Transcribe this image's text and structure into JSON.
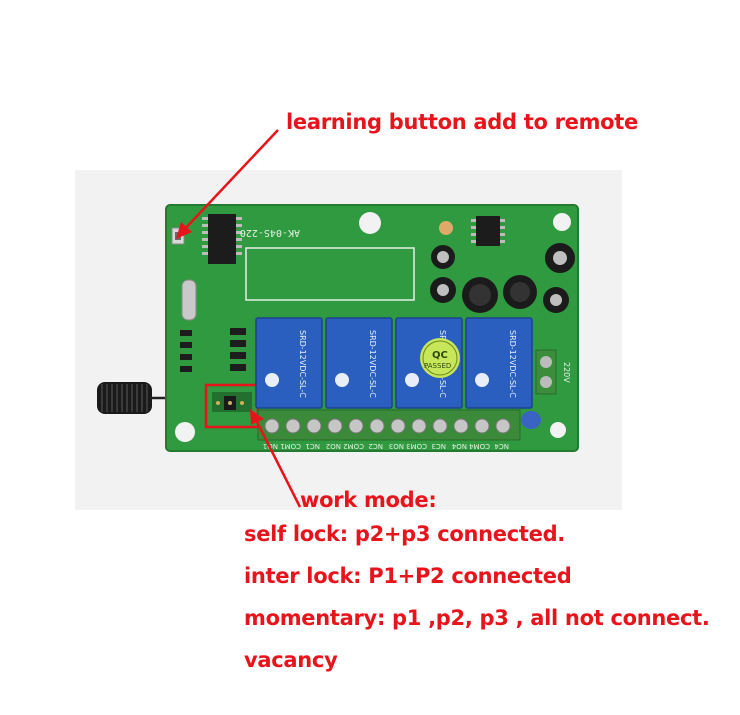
{
  "annotations": {
    "learning": "learning button add to remote",
    "work_mode_title": "work mode:",
    "self_lock": "self lock: p2+p3   connected.",
    "inter_lock": "inter lock: P1+P2   connected",
    "momentary": "momentary: p1  ,p2, p3 , all not connect.",
    "vacancy": "vacancy"
  },
  "board": {
    "model_label": "AK-04S-220",
    "relay_text": "SRD-12VDC-SL-C",
    "qc_badge": [
      "QC",
      "PASSED"
    ],
    "terminal_labels": [
      "NO1",
      "COM1",
      "NC1",
      "NO2",
      "COM2",
      "NC2",
      "NO3",
      "COM3",
      "NC3",
      "NO4",
      "COM4",
      "NC4"
    ],
    "power_label": "220V",
    "colors": {
      "pcb": "#2f9a3f",
      "relay": "#2a5fc0",
      "annotation": "#e8141c"
    }
  }
}
